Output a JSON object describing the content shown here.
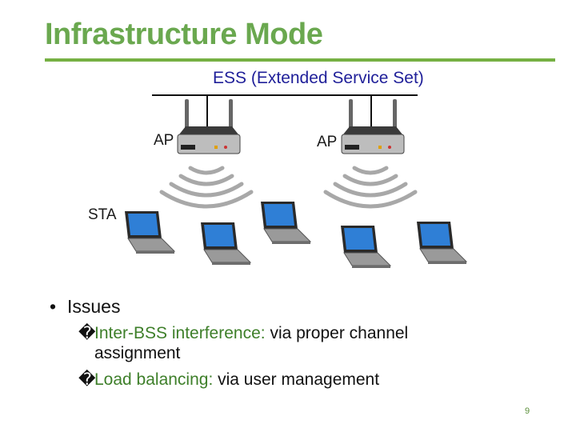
{
  "slide": {
    "title": "Infrastructure Mode",
    "page_number": "9"
  },
  "diagram": {
    "ess_label": "ESS (Extended Service Set)",
    "ap_labels": [
      "AP",
      "AP"
    ],
    "sta_label": "STA"
  },
  "issues": {
    "heading": "Issues",
    "bullet": "•",
    "items": [
      {
        "mark": "�",
        "highlight": "Inter-BSS interference:",
        "rest": " via proper channel",
        "continuation": "assignment"
      },
      {
        "mark": "�",
        "highlight": "Load balancing:",
        "rest": " via user management"
      }
    ]
  },
  "colors": {
    "title": "#6aa84f",
    "rule": "#76b043",
    "ess_label": "#1f1f99",
    "highlight": "#3e7f2a"
  }
}
